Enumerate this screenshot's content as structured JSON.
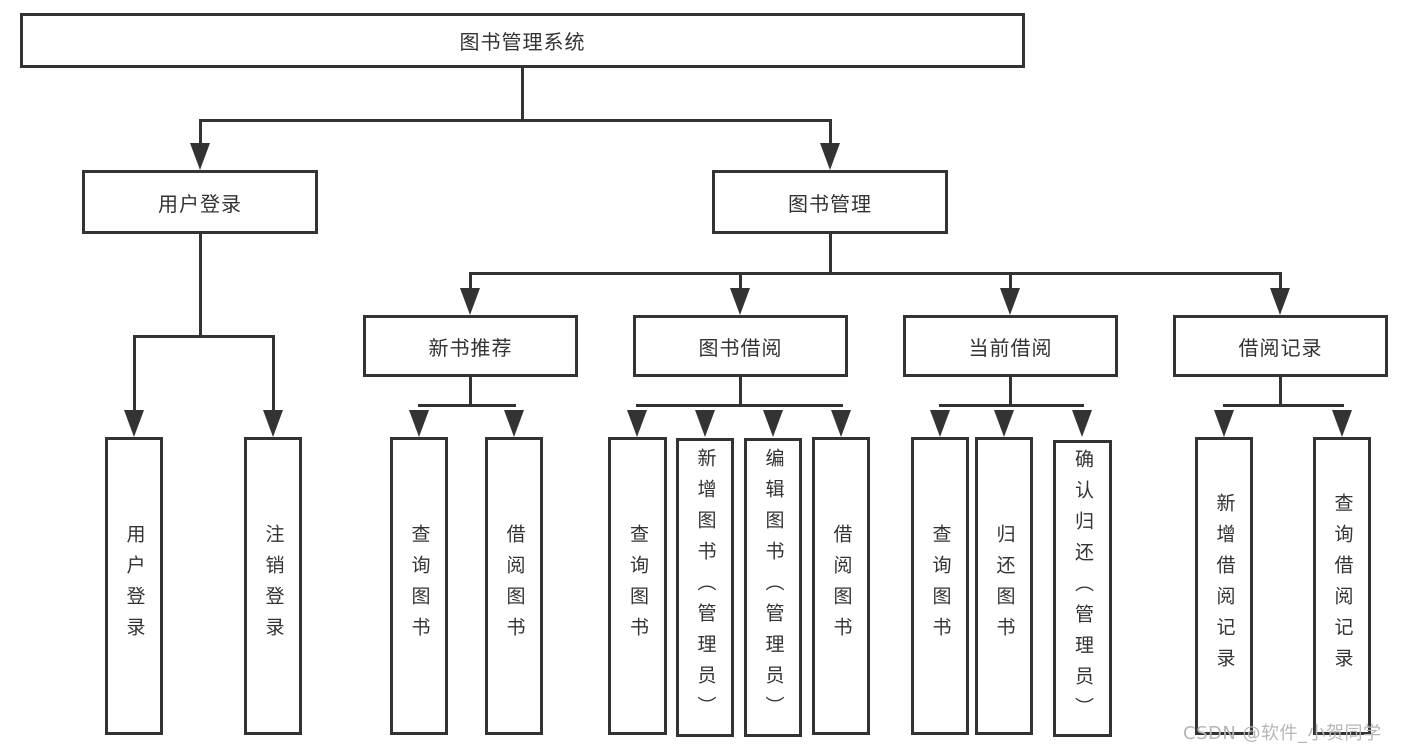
{
  "diagram": {
    "type": "hierarchy-tree",
    "tree": {
      "label": "图书管理系统",
      "children": [
        {
          "label": "用户登录",
          "children": [
            {
              "label": "用户登录"
            },
            {
              "label": "注销登录"
            }
          ]
        },
        {
          "label": "图书管理",
          "children": [
            {
              "label": "新书推荐",
              "children": [
                {
                  "label": "查询图书"
                },
                {
                  "label": "借阅图书"
                }
              ]
            },
            {
              "label": "图书借阅",
              "children": [
                {
                  "label": "查询图书"
                },
                {
                  "label": "新增图书（管理员）"
                },
                {
                  "label": "编辑图书（管理员）"
                },
                {
                  "label": "借阅图书"
                }
              ]
            },
            {
              "label": "当前借阅",
              "children": [
                {
                  "label": "查询图书"
                },
                {
                  "label": "归还图书"
                },
                {
                  "label": "确认归还（管理员）"
                }
              ]
            },
            {
              "label": "借阅记录",
              "children": [
                {
                  "label": "新增借阅记录"
                },
                {
                  "label": "查询借阅记录"
                }
              ]
            }
          ]
        }
      ]
    },
    "colors": {
      "line": "#333333",
      "text": "#333333",
      "box_background": "#ffffff",
      "page_background": "#ffffff",
      "watermark": "#b6b6b6"
    }
  },
  "watermark": {
    "text": "CSDN @软件_小贺同学"
  }
}
